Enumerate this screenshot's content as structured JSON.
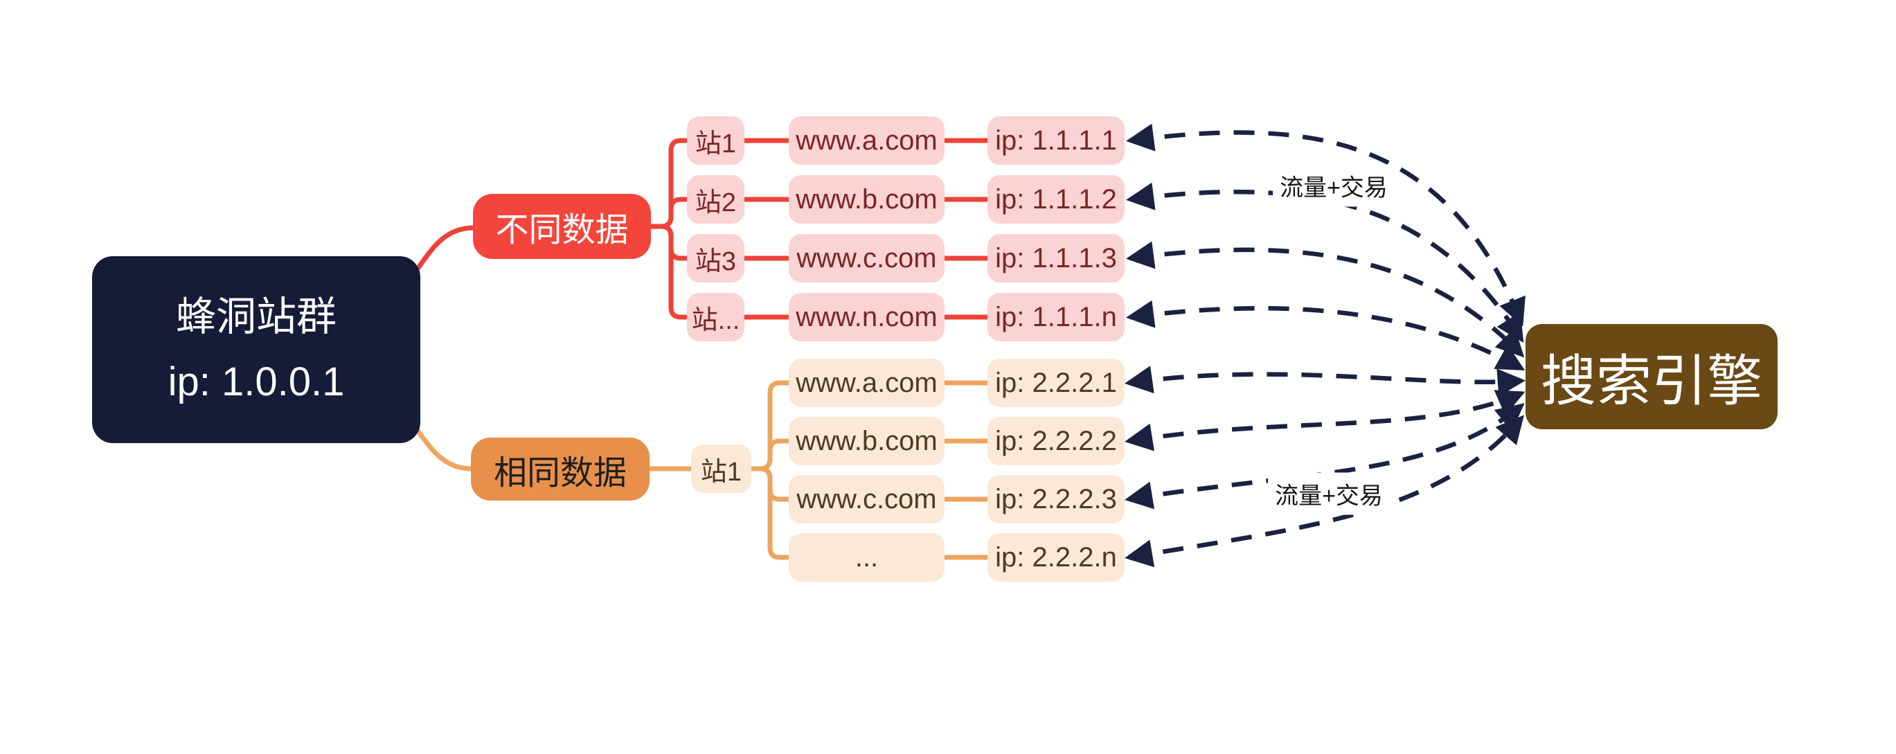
{
  "root": {
    "title": "蜂洞站群",
    "subtitle": "ip: 1.0.0.1"
  },
  "branch_different": {
    "label": "不同数据",
    "rows": [
      {
        "site": "站1",
        "domain": "www.a.com",
        "ip": "ip: 1.1.1.1"
      },
      {
        "site": "站2",
        "domain": "www.b.com",
        "ip": "ip: 1.1.1.2"
      },
      {
        "site": "站3",
        "domain": "www.c.com",
        "ip": "ip: 1.1.1.3"
      },
      {
        "site": "站...",
        "domain": "www.n.com",
        "ip": "ip: 1.1.1.n"
      }
    ]
  },
  "branch_same": {
    "label": "相同数据",
    "site": "站1",
    "rows": [
      {
        "domain": "www.a.com",
        "ip": "ip: 2.2.2.1"
      },
      {
        "domain": "www.b.com",
        "ip": "ip: 2.2.2.2"
      },
      {
        "domain": "www.c.com",
        "ip": "ip: 2.2.2.3"
      },
      {
        "domain": "...",
        "ip": "ip: 2.2.2.n"
      }
    ]
  },
  "engine": {
    "label": "搜索引擎"
  },
  "flow_label_top": "流量+交易",
  "flow_label_bottom": "流量+交易",
  "colors": {
    "background": "#ffffff",
    "root_bg": "#161b38",
    "root_text": "#ffffff",
    "branch_red_bg": "#f3453c",
    "red_connector": "#ee4138",
    "child_pink_bg": "#fbd3d2",
    "child_pink_text": "#7b2626",
    "branch_orange_bg": "#e98f4c",
    "orange_connector": "#eda55e",
    "child_peach_bg": "#fbe8d6",
    "child_peach_text": "#4e3a20",
    "engine_bg": "#6b4914",
    "engine_text": "#ffffff",
    "arrow": "#1b2141",
    "flow_label_text": "#161616"
  }
}
